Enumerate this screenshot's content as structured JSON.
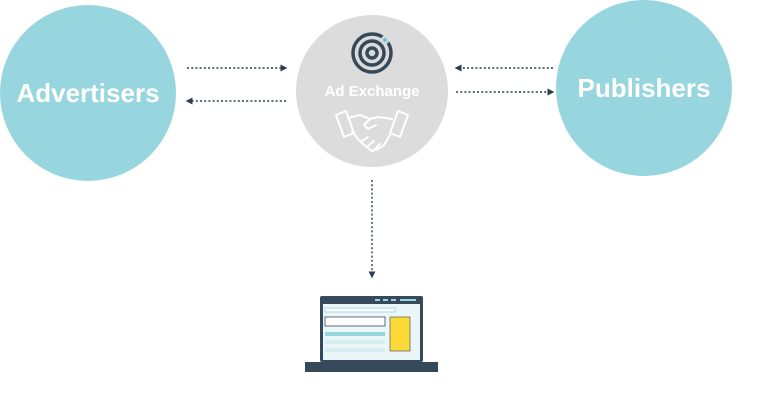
{
  "colors": {
    "node_teal": "#97d6de",
    "exchange_grey": "#dcdcdc",
    "arrow": "#2c3e50",
    "laptop_frame": "#36495a",
    "laptop_screen": "#eaf6f8",
    "ad_yellow": "#fcd936"
  },
  "nodes": {
    "advertisers": {
      "label": "Advertisers"
    },
    "publishers": {
      "label": "Publishers"
    },
    "exchange": {
      "label": "Ad Exchange"
    }
  },
  "icons": {
    "exchange_top": "target-icon",
    "exchange_bottom": "handshake-icon",
    "device": "laptop-icon"
  },
  "edges": [
    {
      "from": "advertisers",
      "to": "exchange",
      "direction": "right"
    },
    {
      "from": "exchange",
      "to": "advertisers",
      "direction": "left"
    },
    {
      "from": "publishers",
      "to": "exchange",
      "direction": "left"
    },
    {
      "from": "exchange",
      "to": "publishers",
      "direction": "right"
    },
    {
      "from": "exchange",
      "to": "device",
      "direction": "down"
    }
  ]
}
